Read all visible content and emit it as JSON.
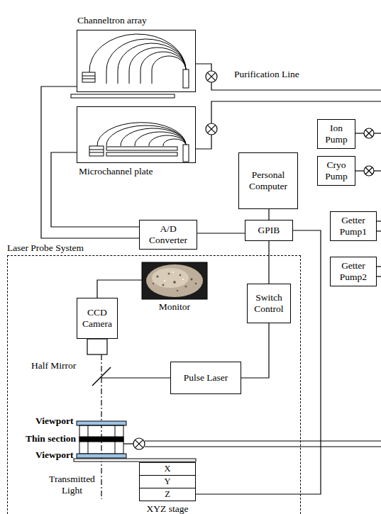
{
  "diagram": {
    "nodes": [
      {
        "text": [
          "Channeltron array"
        ]
      },
      {
        "text": [
          "Microchannel plate"
        ]
      },
      {
        "text": [
          "Ion Pump"
        ]
      },
      {
        "text": [
          "Cryo Pump"
        ]
      },
      {
        "text": [
          "Personal Computer"
        ]
      },
      {
        "text": [
          "GPIB"
        ]
      },
      {
        "text": [
          "A/D Converter"
        ]
      },
      {
        "text": [
          "Getter Pump1"
        ]
      },
      {
        "text": [
          "Getter Pump2"
        ]
      },
      {
        "text": [
          "Laser Probe System"
        ]
      },
      {
        "text": [
          "Monitor"
        ],
        "in": 9
      },
      {
        "text": [
          "CCD Camera"
        ],
        "in": 9
      },
      {
        "text": [
          "Switch Control"
        ],
        "in": 9
      },
      {
        "text": [
          "Pulse Laser"
        ],
        "in": 9
      },
      {
        "text": [
          "XYZ stage"
        ],
        "in": 9
      },
      {
        "text": [
          "X"
        ],
        "in": 14
      },
      {
        "text": [
          "Y"
        ],
        "in": 14
      },
      {
        "text": [
          "Z"
        ],
        "in": 14
      }
    ],
    "edges": [
      {
        "from": 0,
        "to": 6,
        "arrow": "none"
      },
      {
        "from": 1,
        "to": 6,
        "arrow": "none"
      },
      {
        "from": 6,
        "to": 5,
        "arrow": "none"
      },
      {
        "from": 4,
        "to": 5,
        "arrow": "none"
      },
      {
        "from": 5,
        "to": 12,
        "arrow": "none"
      },
      {
        "from": 12,
        "to": 13,
        "arrow": "none"
      },
      {
        "from": 5,
        "to": 17,
        "arrow": "none"
      },
      {
        "from": 11,
        "to": 10,
        "arrow": "none"
      }
    ],
    "labels": [
      "Purification Line",
      "Half Mirror",
      "Viewport",
      "Thin section",
      "Viewport",
      "Transmitted Light"
    ]
  }
}
